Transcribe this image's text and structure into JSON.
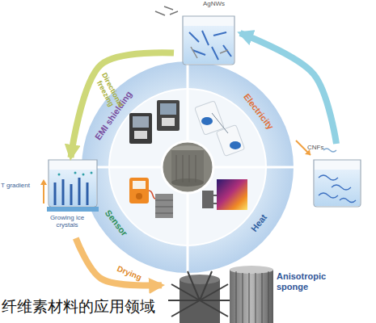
{
  "diagram": {
    "caption": "纤维素材料的应用领域",
    "nodes": [
      {
        "text": [
          "AgNWs"
        ]
      },
      {
        "text": [
          "T gradient",
          "Growing ice crystals"
        ]
      },
      {
        "text": [
          "CNFs"
        ]
      },
      {
        "text": [
          "Anisotropic sponge"
        ]
      }
    ],
    "edges": [
      {
        "from": 2,
        "to": 0,
        "arrow": "to"
      },
      {
        "from": 0,
        "to": 1,
        "label": "Directional freezing",
        "arrow": "to"
      },
      {
        "from": 1,
        "to": 3,
        "label": "Drying",
        "arrow": "to"
      }
    ],
    "labels": [
      "EMI shielding",
      "Electricity",
      "Heat",
      "Sensor"
    ]
  }
}
